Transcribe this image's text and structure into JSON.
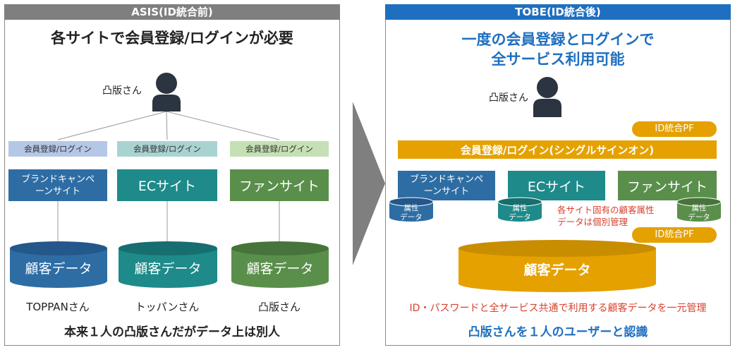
{
  "asis": {
    "header": "ASIS(ID統合前)",
    "title": "各サイトで会員登録/ログインが必要",
    "person_label": "凸版さん",
    "login_labels": [
      "会員登録/ログイン",
      "会員登録/ログイン",
      "会員登録/ログイン"
    ],
    "sites": [
      "ブランドキャンペーンサイト",
      "ECサイト",
      "ファンサイト"
    ],
    "db_label": "顧客データ",
    "names": [
      "TOPPANさん",
      "トッパンさん",
      "凸版さん"
    ],
    "footer": "本来１人の凸版さんだがデータ上は別人"
  },
  "tobe": {
    "header": "TOBE(ID統合後)",
    "title_line1": "一度の会員登録とログインで",
    "title_line2": "全サービス利用可能",
    "person_label": "凸版さん",
    "pf_label_top": "ID統合PF",
    "sso_bar": "会員登録/ログイン(シングルサインオン)",
    "sites": [
      "ブランドキャンペーンサイト",
      "ECサイト",
      "ファンサイト"
    ],
    "attr_line1": "属性",
    "attr_line2": "データ",
    "note_line1": "各サイト固有の顧客属性",
    "note_line2": "データは個別管理",
    "pf_label_bottom": "ID統合PF",
    "db_label": "顧客データ",
    "shared_note": "ID・パスワードと全サービス共通で利用する顧客データを一元管理",
    "footer": "凸版さんを１人のユーザーと認識"
  },
  "colors": {
    "asis_header": "#7f7f7f",
    "tobe_header": "#1f6fc0",
    "brand_blue": "#2e6da4",
    "ec_teal": "#1e8a8a",
    "fan_green": "#5a8f4b",
    "orange": "#e5a100",
    "title_blue": "#1f6fc0",
    "note_red": "#d9402e"
  }
}
